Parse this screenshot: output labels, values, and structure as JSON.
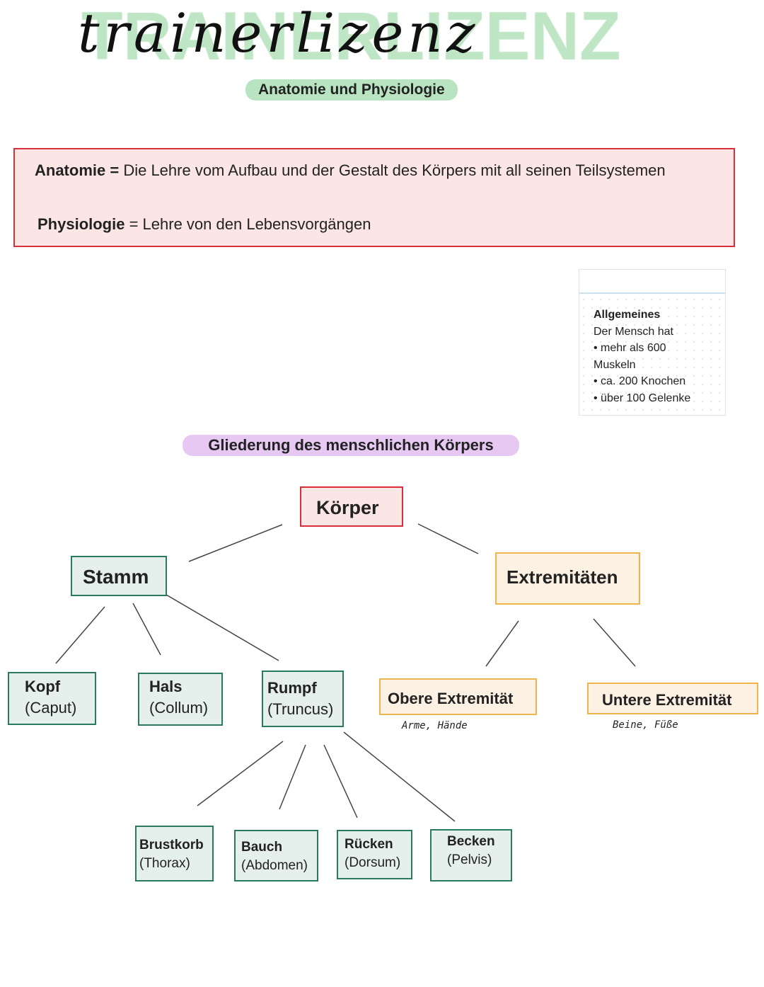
{
  "header": {
    "title_watermark": "TRAINERLIZENZ",
    "title_script": "trainerlizenz",
    "subtitle": "Anatomie und Physiologie"
  },
  "definitions": [
    {
      "term": "Anatomie =",
      "text": " Die Lehre vom Aufbau und der Gestalt des Körpers mit all seinen Teilsystemen"
    },
    {
      "term": "Physiologie",
      "text": " = Lehre von den Lebensvorgängen"
    }
  ],
  "note": {
    "heading": "Allgemeines",
    "lines": [
      "Der Mensch hat",
      "• mehr als 600",
      "Muskeln",
      "• ca. 200 Knochen",
      "• über 100 Gelenke"
    ]
  },
  "diagram": {
    "title": "Gliederung des menschlichen Körpers",
    "root": "Körper",
    "stamm": "Stamm",
    "extremitaeten": "Extremitäten",
    "kopf": {
      "name": "Kopf",
      "latin": "(Caput)"
    },
    "hals": {
      "name": "Hals",
      "latin": "(Collum)"
    },
    "rumpf": {
      "name": "Rumpf",
      "latin": "(Truncus)"
    },
    "obere": {
      "name": "Obere Extremität",
      "note": "Arme, Hände"
    },
    "untere": {
      "name": "Untere Extremität",
      "note": "Beine, Füße"
    },
    "brustkorb": {
      "name": "Brustkorb",
      "latin": "(Thorax)"
    },
    "bauch": {
      "name": "Bauch",
      "latin": "(Abdomen)"
    },
    "ruecken": {
      "name": "Rücken",
      "latin": "(Dorsum)"
    },
    "becken": {
      "name": "Becken",
      "latin": "(Pelvis)"
    }
  },
  "colors": {
    "green": "#2a7a5c",
    "red": "#d92f3a",
    "orange": "#f0b44d",
    "title_green": "#a8dcb0",
    "section_purple": "#e6c8f3"
  }
}
